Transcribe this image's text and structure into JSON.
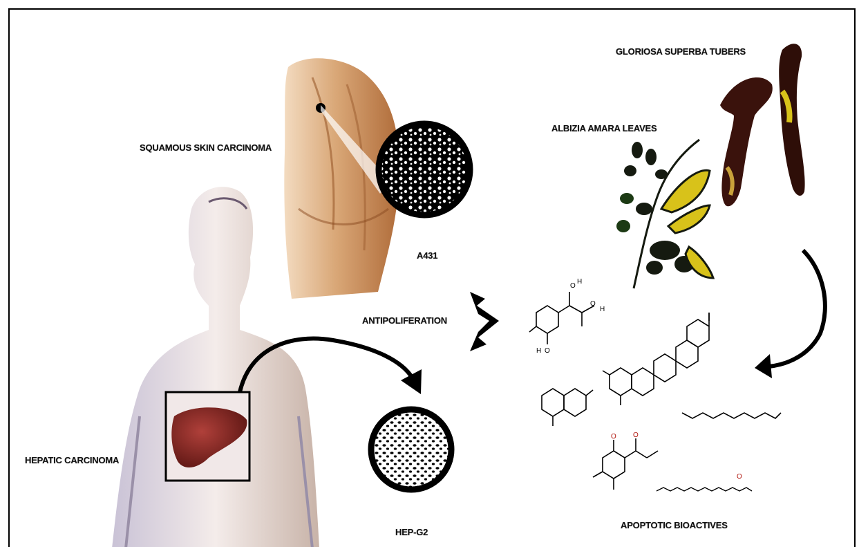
{
  "labels": {
    "squamous": "SQUAMOUS SKIN CARCINOMA",
    "a431": "A431",
    "hepatic": "HEPATIC CARCINOMA",
    "hepg2": "HEP-G2",
    "antiproliferation": "ANTIPOLIFERATION",
    "gloriosa": "GLORIOSA SUPERBA TUBERS",
    "albizia": "ALBIZIA AMARA LEAVES",
    "apoptotic": "APOPTOTIC BIOACTIVES"
  },
  "molecule_atoms": {
    "o1": "O",
    "h1": "H",
    "o2": "O",
    "h2": "H",
    "o3": "O",
    "h3": "H",
    "o4": "O",
    "o5": "O",
    "o6": "O"
  },
  "colors": {
    "skin": "#d9a777",
    "liver": "#7a1f1a",
    "tuber": "#3a120c",
    "leaf_yellow": "#d8c21a",
    "leaf_dark": "#151a10"
  }
}
